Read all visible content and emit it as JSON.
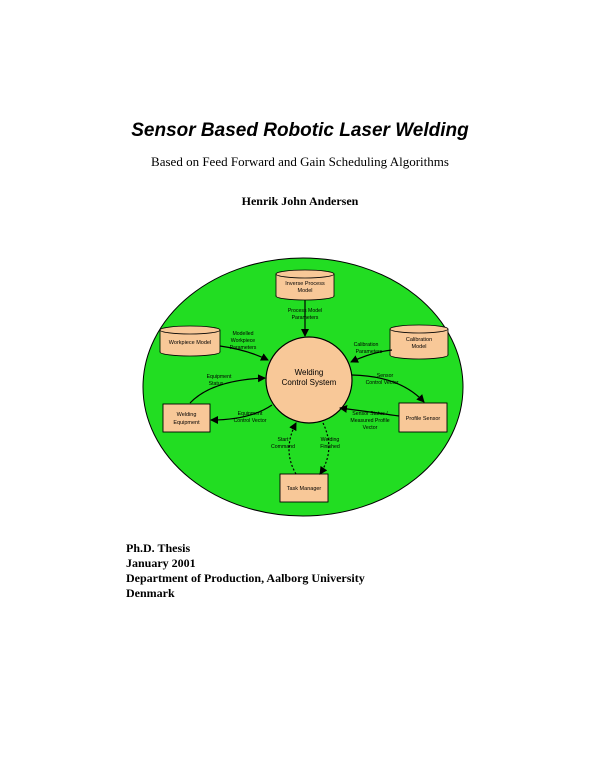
{
  "title": "Sensor Based Robotic Laser Welding",
  "subtitle": "Based on Feed Forward and Gain Scheduling Algorithms",
  "author": "Henrik John Andersen",
  "diagram": {
    "colors": {
      "background": "#22dd22",
      "boxes": "#f8c898"
    },
    "center_line1": "Welding",
    "center_line2": "Control System",
    "inverse_process_line1": "Inverse Process",
    "inverse_process_line2": "Model",
    "workpiece_model": "Workpiece Model",
    "calibration_line1": "Calibration",
    "calibration_line2": "Model",
    "welding_equipment_line1": "Welding",
    "welding_equipment_line2": "Equipment",
    "profile_sensor": "Profile Sensor",
    "task_manager": "Task Manager",
    "label_process_params_1": "Process Model",
    "label_process_params_2": "Parameters",
    "label_workpiece_params_1": "Modelled",
    "label_workpiece_params_2": "Workpiece",
    "label_workpiece_params_3": "Parameters",
    "label_calibration_params_1": "Calibration",
    "label_calibration_params_2": "Parameters",
    "label_equipment_status_1": "Equipment",
    "label_equipment_status_2": "Status",
    "label_sensor_control_1": "Sensor",
    "label_sensor_control_2": "Control Vector",
    "label_equipment_control_1": "Equipment",
    "label_equipment_control_2": "Control Vector",
    "label_sensor_status_1": "Sensor Status /",
    "label_sensor_status_2": "Measured Profile",
    "label_sensor_status_3": "Vector",
    "label_start_1": "Start",
    "label_start_2": "Command",
    "label_finished_1": "Welding",
    "label_finished_2": "Finished"
  },
  "info": {
    "line1": "Ph.D. Thesis",
    "line2": "January 2001",
    "line3": "Department of Production, Aalborg University",
    "line4": "Denmark"
  }
}
